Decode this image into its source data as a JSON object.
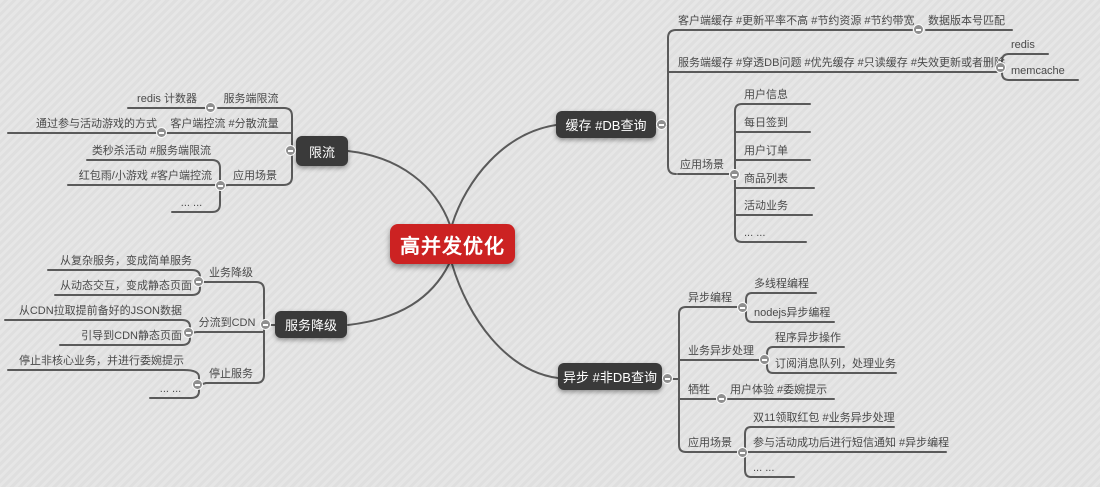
{
  "colors": {
    "background": "#e3e3e3",
    "root_bg": "#cc2222",
    "branch_bg": "#3a3a3a",
    "line": "#5a5a5a",
    "text": "#4a4a4a"
  },
  "root": {
    "label": "高并发优化"
  },
  "limit": {
    "label": "限流",
    "server_limit": "服务端限流",
    "redis_counter": "redis 计数器",
    "client_limit": "客户端控流 #分散流量",
    "via_game": "通过参与活动游戏的方式",
    "scenarios": {
      "label": "应用场景",
      "seckill": "类秒杀活动 #服务端限流",
      "red_packet": "红包雨/小游戏 #客户端控流",
      "more": "... ..."
    }
  },
  "cache": {
    "label": "缓存 #DB查询",
    "client_cache": "客户端缓存 #更新平率不高 #节约资源 #节约带宽",
    "version_match": "数据版本号匹配",
    "server_cache": "服务端缓存 #穿透DB问题 #优先缓存 #只读缓存 #失效更新或者删除",
    "redis": "redis",
    "memcache": "memcache",
    "scenarios": {
      "label": "应用场景",
      "user_info": "用户信息",
      "daily_checkin": "每日签到",
      "user_orders": "用户订单",
      "product_list": "商品列表",
      "activity_biz": "活动业务",
      "more": "... ..."
    }
  },
  "degrade": {
    "label": "服务降级",
    "biz_degrade": "业务降级",
    "complex_to_simple": "从复杂服务，变成简单服务",
    "dynamic_to_static": "从动态交互，变成静态页面",
    "cdn_offload": "分流到CDN",
    "cdn_json": "从CDN拉取提前备好的JSON数据",
    "cdn_static": "引导到CDN静态页面",
    "stop_service": "停止服务",
    "stop_non_core": "停止非核心业务，并进行委婉提示",
    "more": "... ..."
  },
  "async": {
    "label": "异步 #非DB查询",
    "programming": {
      "label": "异步编程",
      "multithread": "多线程编程",
      "nodejs": "nodejs异步编程"
    },
    "biz": {
      "label": "业务异步处理",
      "program_async": "程序异步操作",
      "mq": "订阅消息队列，处理业务"
    },
    "sacrifice": {
      "label": "牺牲",
      "ux": "用户体验 #委婉提示"
    },
    "scenarios": {
      "label": "应用场景",
      "double11": "双11领取红包 #业务异步处理",
      "sms": "参与活动成功后进行短信通知 #异步编程",
      "more": "... ..."
    }
  }
}
